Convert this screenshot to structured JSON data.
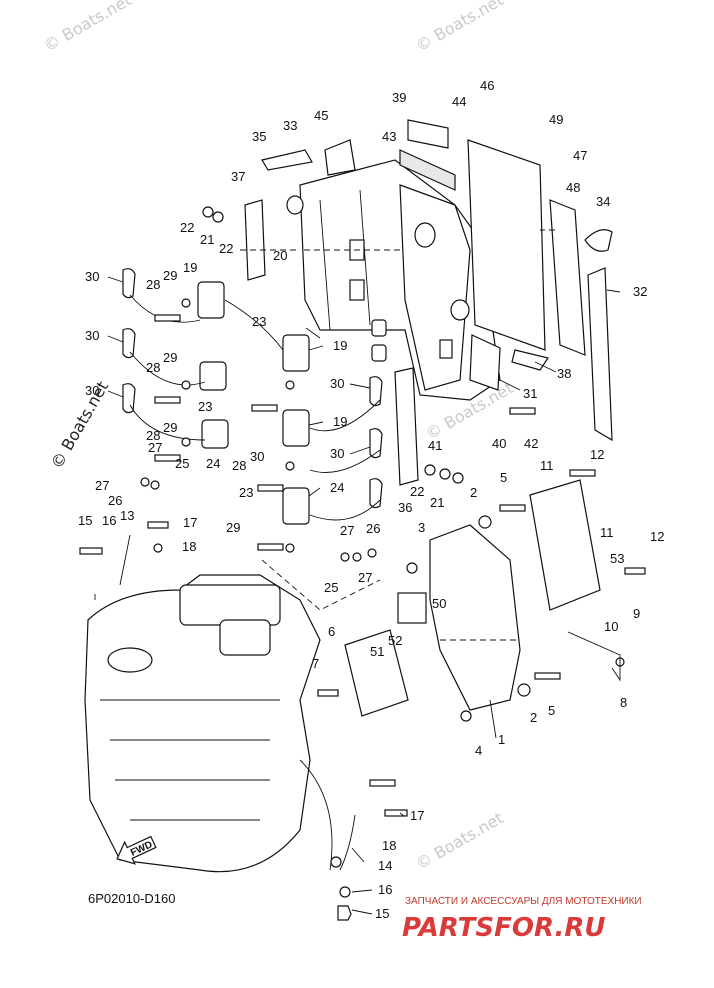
{
  "diagram_code": "6P02010-D160",
  "fwd_label": "FWD",
  "watermarks": [
    "© Boats.net",
    "© Boats.net",
    "© Boats.net",
    "© Boats.net",
    "© Boats.net"
  ],
  "brand": {
    "caption": "ЗАПЧАСТИ И АКСЕССУАРЫ ДЛЯ МОТОТЕХНИКИ",
    "name": "PARTSFOR.RU",
    "color": "#d93b3b"
  },
  "callouts": [
    "1",
    "2",
    "2",
    "3",
    "4",
    "5",
    "5",
    "6",
    "7",
    "8",
    "9",
    "10",
    "11",
    "11",
    "12",
    "12",
    "13",
    "14",
    "15",
    "15",
    "16",
    "16",
    "17",
    "17",
    "18",
    "18",
    "19",
    "19",
    "19",
    "20",
    "21",
    "21",
    "22",
    "22",
    "22",
    "23",
    "23",
    "23",
    "24",
    "24",
    "25",
    "25",
    "26",
    "26",
    "27",
    "27",
    "27",
    "27",
    "28",
    "28",
    "28",
    "28",
    "29",
    "29",
    "29",
    "29",
    "30",
    "30",
    "30",
    "30",
    "30",
    "30",
    "31",
    "32",
    "33",
    "34",
    "35",
    "36",
    "37",
    "38",
    "39",
    "40",
    "41",
    "42",
    "43",
    "44",
    "45",
    "46",
    "47",
    "48",
    "49",
    "50",
    "51",
    "52",
    "53"
  ]
}
